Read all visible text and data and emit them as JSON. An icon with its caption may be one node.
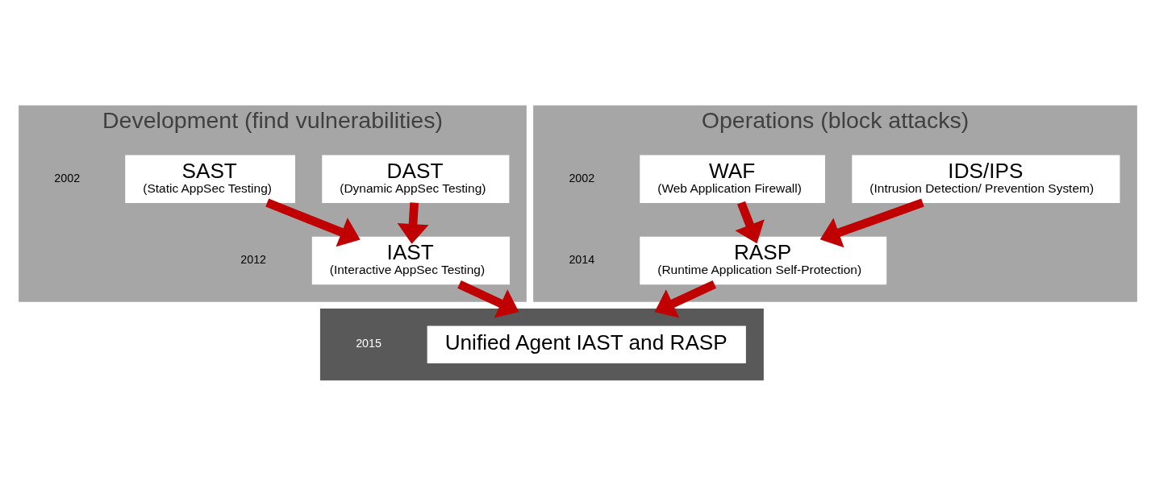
{
  "diagram": {
    "nodes": [
      {
        "text": [
          "Development (find vulnerabilities)"
        ]
      },
      {
        "text": [
          "SAST",
          "(Static AppSec Testing)"
        ],
        "in": 0
      },
      {
        "text": [
          "DAST",
          "(Dynamic AppSec Testing)"
        ],
        "in": 0
      },
      {
        "text": [
          "IAST",
          "(Interactive AppSec Testing)"
        ],
        "in": 0
      },
      {
        "text": [
          "Operations (block attacks)"
        ]
      },
      {
        "text": [
          "WAF",
          "(Web Application Firewall)"
        ],
        "in": 4
      },
      {
        "text": [
          "IDS/IPS",
          "(Intrusion Detection/ Prevention System)"
        ],
        "in": 4
      },
      {
        "text": [
          "RASP",
          "(Runtime Application Self-Protection)"
        ],
        "in": 4
      },
      {
        "text": [],
        "shape": "band"
      },
      {
        "text": [
          "Unified Agent IAST and RASP"
        ],
        "in": 8
      }
    ],
    "edges": [
      {
        "from": 1,
        "to": 3,
        "arrow": "to"
      },
      {
        "from": 2,
        "to": 3,
        "arrow": "to"
      },
      {
        "from": 5,
        "to": 7,
        "arrow": "to"
      },
      {
        "from": 6,
        "to": 7,
        "arrow": "to"
      },
      {
        "from": 3,
        "to": 8,
        "arrow": "to"
      },
      {
        "from": 7,
        "to": 8,
        "arrow": "to"
      }
    ],
    "labels": [
      "2002",
      "2012",
      "2002",
      "2014",
      "2015"
    ]
  }
}
